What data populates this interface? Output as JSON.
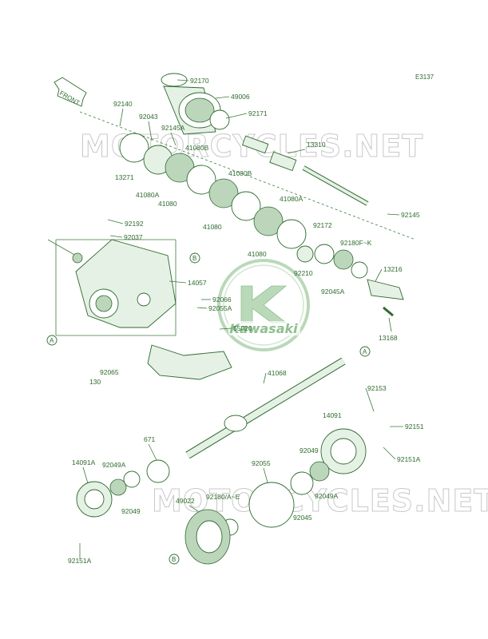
{
  "diagram_code": "E3137",
  "front_tag": "FRONT",
  "watermark": "MOTORCYCLES.NET",
  "logo_text": "Kawasaki",
  "callouts": {
    "a": "A",
    "b": "B"
  },
  "parts": {
    "p92170": "92170",
    "p49006": "49006",
    "p92171": "92171",
    "p92140": "92140",
    "p92043": "92043",
    "p92145a": "92145A",
    "p41080b_1": "41080B",
    "p41080b_2": "41080B",
    "p13271": "13271",
    "p41080a_1": "41080A",
    "p41080_1": "41080",
    "p41080_2": "41080",
    "p41080_3": "41080",
    "p41080a_2": "41080A",
    "p13310": "13310",
    "p92145": "92145",
    "p92172": "92172",
    "p92180fk": "92180F~K",
    "p92192": "92192",
    "p92037": "92037",
    "p92210": "92210",
    "p92045a": "92045A",
    "p13216": "13216",
    "p14057": "14057",
    "p92066": "92066",
    "p92055a": "92055A",
    "p13168": "13168",
    "p55020": "55020",
    "p92065": "92065",
    "p130": "130",
    "p41068": "41068",
    "p92153": "92153",
    "p14091": "14091",
    "p92151": "92151",
    "p671": "671",
    "p92049_r": "92049",
    "p92151a_r": "92151A",
    "p14091a": "14091A",
    "p92049a_l": "92049A",
    "p92055": "92055",
    "p92049_l": "92049",
    "p49022": "49022",
    "p92180ae": "92180/A~E",
    "p92049a_r": "92049A",
    "p92045": "92045",
    "p92151a_l": "92151A"
  }
}
